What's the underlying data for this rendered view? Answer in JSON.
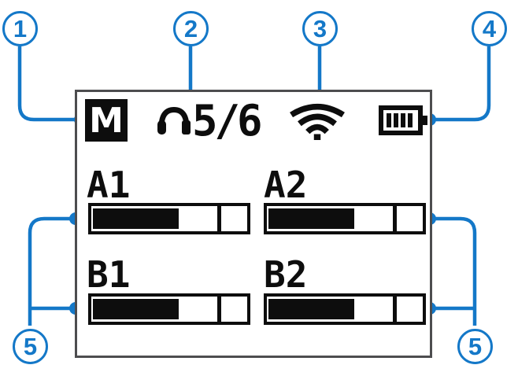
{
  "diagram_title": "device-display-callout-diagram",
  "colors": {
    "accent_blue": "#1478c8",
    "display_border_gray": "#4d4d4f",
    "ink_black": "#0d0d0d",
    "background": "#ffffff"
  },
  "callouts": [
    {
      "number": "1"
    },
    {
      "number": "2"
    },
    {
      "number": "3"
    },
    {
      "number": "4"
    },
    {
      "number": "5"
    },
    {
      "number": "5"
    }
  ],
  "display": {
    "status_bar": {
      "memory_badge": "M",
      "headphones_icon": "headphones-icon",
      "headphones_counter": "5/6",
      "wifi_icon": "wifi-signal-icon",
      "battery_icon": "battery-level-icon",
      "battery_bars_shown": 4
    },
    "meters": [
      {
        "label": "A1",
        "fill_pct": 55,
        "divider_pct": 81
      },
      {
        "label": "A2",
        "fill_pct": 55,
        "divider_pct": 81
      },
      {
        "label": "B1",
        "fill_pct": 55,
        "divider_pct": 81
      },
      {
        "label": "B2",
        "fill_pct": 55,
        "divider_pct": 81
      }
    ]
  }
}
